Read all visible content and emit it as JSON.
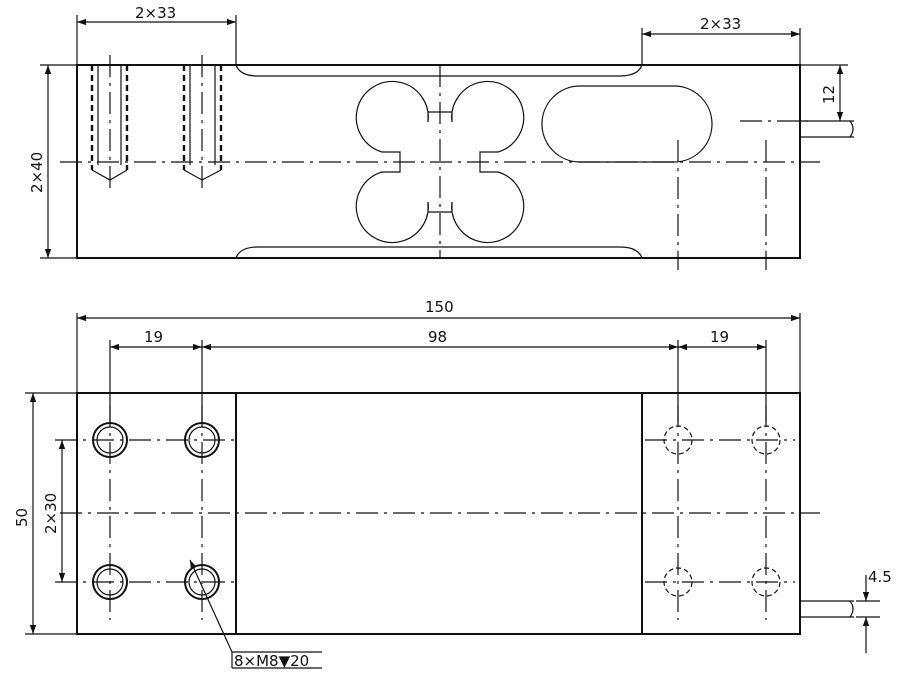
{
  "top_view": {
    "dim_left_top": "2×33",
    "dim_right_top": "2×33",
    "dim_height": "2×40",
    "dim_side": "12"
  },
  "bottom_view": {
    "dim_total_length": "150",
    "dim_left_spacing": "19",
    "dim_center_spacing": "98",
    "dim_right_spacing": "19",
    "dim_height": "50",
    "dim_hole_spacing": "2×30",
    "dim_side": "4.5",
    "hole_callout": "8×M8▼20"
  }
}
